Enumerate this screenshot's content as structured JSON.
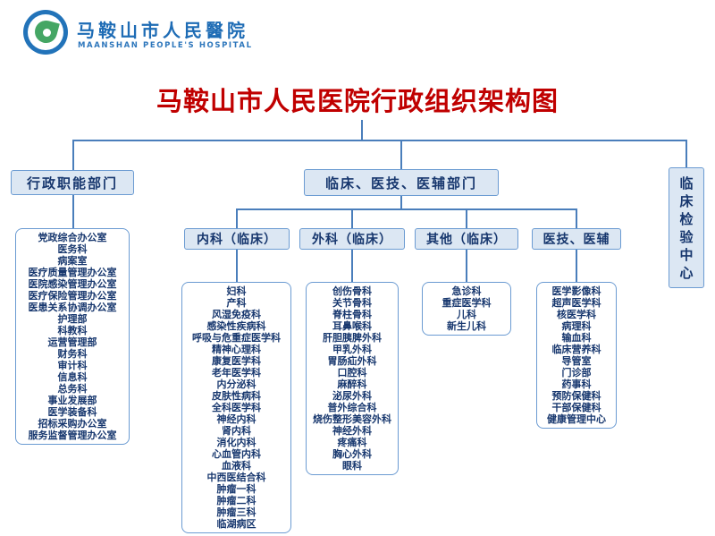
{
  "header": {
    "hospital_name_cn": "马鞍山市人民醫院",
    "hospital_name_en": "MAANSHAN PEOPLE'S HOSPITAL"
  },
  "title": "马鞍山市人民医院行政组织架构图",
  "org": {
    "admin": {
      "label": "行政职能部门",
      "items": [
        "党政综合办公室",
        "医务科",
        "病案室",
        "医疗质量管理办公室",
        "医院感染管理办公室",
        "医疗保险管理办公室",
        "医患关系协调办公室",
        "护理部",
        "科教科",
        "运营管理部",
        "财务科",
        "审计科",
        "信息科",
        "总务科",
        "事业发展部",
        "医学装备科",
        "招标采购办公室",
        "服务监督管理办公室"
      ]
    },
    "clinical": {
      "label": "临床、医技、医辅部门"
    },
    "internal": {
      "label": "内科（临床）",
      "items": [
        "妇科",
        "产科",
        "风湿免疫科",
        "感染性疾病科",
        "呼吸与危重症医学科",
        "精神心理科",
        "康复医学科",
        "老年医学科",
        "内分泌科",
        "皮肤性病科",
        "全科医学科",
        "神经内科",
        "肾内科",
        "消化内科",
        "心血管内科",
        "血液科",
        "中西医结合科",
        "肿瘤一科",
        "肿瘤二科",
        "肿瘤三科",
        "临湖病区"
      ]
    },
    "surgery": {
      "label": "外科（临床）",
      "items": [
        "创伤骨科",
        "关节骨科",
        "脊柱骨科",
        "耳鼻喉科",
        "肝胆胰脾外科",
        "甲乳外科",
        "胃肠疝外科",
        "口腔科",
        "麻醉科",
        "泌尿外科",
        "普外综合科",
        "烧伤整形美容外科",
        "神经外科",
        "疼痛科",
        "胸心外科",
        "眼科"
      ]
    },
    "other": {
      "label": "其他（临床）",
      "items": [
        "急诊科",
        "重症医学科",
        "儿科",
        "新生儿科"
      ]
    },
    "medtech": {
      "label": "医技、医辅",
      "items": [
        "医学影像科",
        "超声医学科",
        "核医学科",
        "病理科",
        "输血科",
        "临床营养科",
        "导管室",
        "门诊部",
        "药事科",
        "预防保健科",
        "干部保健科",
        "健康管理中心"
      ]
    },
    "lab_center": {
      "label": "临床检验中心"
    }
  },
  "colors": {
    "title_red": "#c00000",
    "line_blue": "#4a7ebb",
    "box_fill": "#dce7f3",
    "box_border": "#6b9bd2",
    "text_navy": "#17376e",
    "brand_blue": "#1e6cb5"
  }
}
